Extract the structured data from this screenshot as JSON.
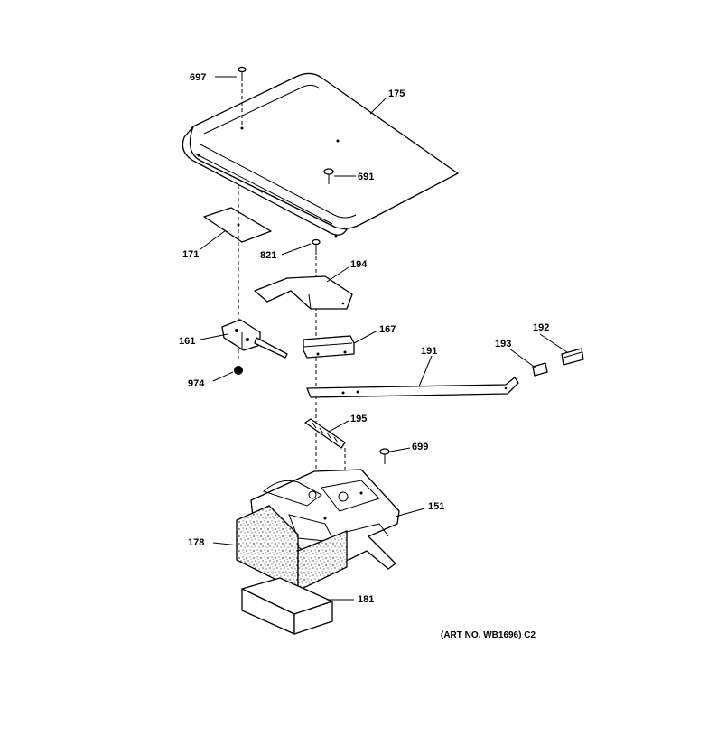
{
  "diagram": {
    "art_number": "(ART NO. WB1696) C2",
    "labels": {
      "p697": "697",
      "p175": "175",
      "p691": "691",
      "p171": "171",
      "p821": "821",
      "p194": "194",
      "p161": "161",
      "p167": "167",
      "p192": "192",
      "p193": "193",
      "p191": "191",
      "p974": "974",
      "p195": "195",
      "p699": "699",
      "p151": "151",
      "p178": "178",
      "p181": "181"
    }
  }
}
